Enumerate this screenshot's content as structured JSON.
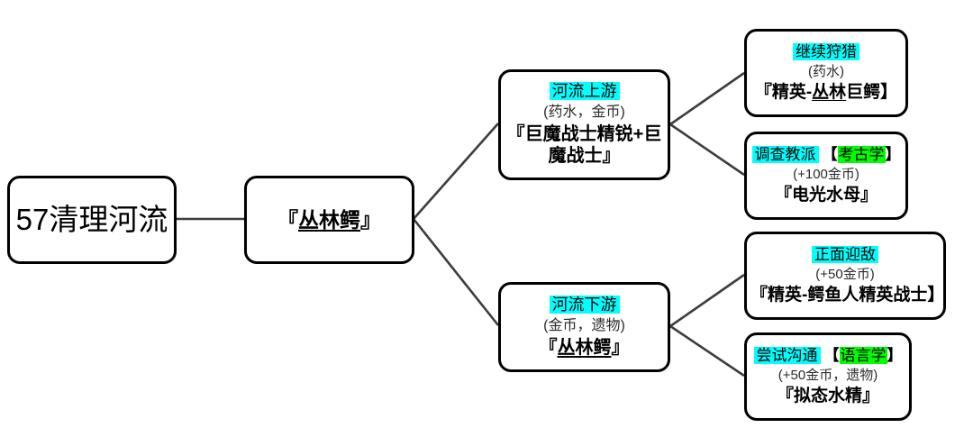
{
  "colors": {
    "highlight_cyan": "#00ffff",
    "highlight_green": "#00ff00",
    "box_border": "#000000",
    "connector": "#3d3d3d"
  },
  "nodes": {
    "root": {
      "title": "57清理河流"
    },
    "stage": {
      "open": "『",
      "name": "丛林鳄",
      "close": "』"
    },
    "branch_up": {
      "choice": "河流上游",
      "rewards": "(药水，金币)",
      "result": "『巨魔战士精锐+巨魔战士』"
    },
    "branch_down": {
      "choice": "河流下游",
      "rewards": "(金币，遗物)",
      "result_open": "『",
      "result_name": "丛林鳄",
      "result_close": "』"
    },
    "leaf_hunt": {
      "choice": "继续狩猎",
      "rewards": "(药水)",
      "result_pre": "『精英-",
      "result_underlined": "丛林",
      "result_post": "巨鳄】"
    },
    "leaf_cult": {
      "choice": "调查教派",
      "bracket_open": "【",
      "skill": "考古学",
      "bracket_close": "】",
      "rewards": "(+100金币)",
      "result": "『电光水母』"
    },
    "leaf_fight": {
      "choice": "正面迎敌",
      "rewards": "(+50金币)",
      "result": "『精英-鳄鱼人精英战士】"
    },
    "leaf_talk": {
      "choice": "尝试沟通",
      "bracket_open": "【",
      "skill": "语言学",
      "bracket_close": "】",
      "rewards": "(+50金币，遗物)",
      "result": "『拟态水精』"
    }
  }
}
